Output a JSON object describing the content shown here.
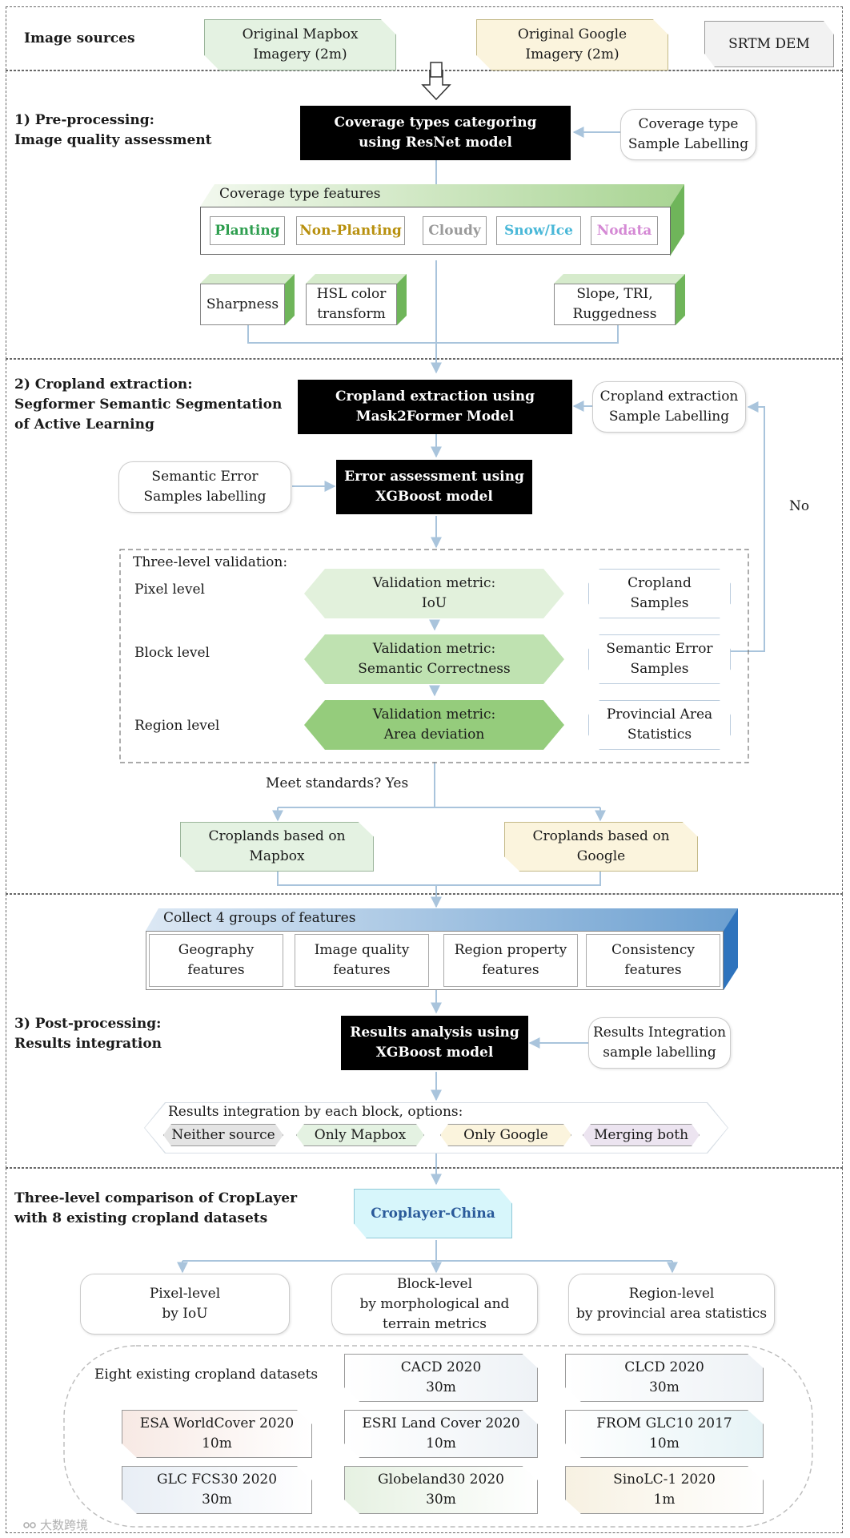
{
  "sources": {
    "label": "Image sources",
    "mapbox": "Original Mapbox\nImagery (2m)",
    "google": "Original Google\nImagery (2m)",
    "srtm": "SRTM DEM"
  },
  "s1": {
    "title": "1) Pre-processing:\nImage quality assessment",
    "main": "Coverage types categoring\nusing ResNet model",
    "sample": "Coverage type\nSample Labelling",
    "features_label": "Coverage type features",
    "types": [
      "Planting",
      "Non-Planting",
      "Cloudy",
      "Snow/Ice",
      "Nodata"
    ],
    "type_colors": [
      "#2e9e4f",
      "#b8900e",
      "#9a9a9a",
      "#4ab8d8",
      "#d58ad5"
    ],
    "sharpness": "Sharpness",
    "hsl": "HSL color\ntransform",
    "slope": "Slope, TRI,\nRuggedness"
  },
  "s2": {
    "title": "2) Cropland extraction:\nSegformer Semantic Segmentation\nof Active Learning",
    "main": "Cropland extraction using\nMask2Former Model",
    "sample": "Cropland extraction\nSample Labelling",
    "error_sample": "Semantic Error\nSamples labelling",
    "error_main": "Error assessment using\nXGBoost model",
    "no": "No",
    "validation_title": "Three-level validation:",
    "levels": [
      {
        "label": "Pixel level",
        "metric": "Validation metric:\nIoU",
        "sample": "Cropland\nSamples"
      },
      {
        "label": "Block level",
        "metric": "Validation metric:\nSemantic Correctness",
        "sample": "Semantic Error\nSamples"
      },
      {
        "label": "Region level",
        "metric": "Validation metric:\nArea deviation",
        "sample": "Provincial Area\nStatistics"
      }
    ],
    "meet": "Meet standards?  Yes",
    "out_mapbox": "Croplands based on\nMapbox",
    "out_google": "Croplands based on\nGoogle"
  },
  "s3": {
    "collect": "Collect 4 groups of features",
    "features": [
      "Geography\nfeatures",
      "Image quality\nfeatures",
      "Region property\nfeatures",
      "Consistency\nfeatures"
    ],
    "title": "3) Post-processing:\nResults integration",
    "main": "Results analysis using\nXGBoost model",
    "sample": "Results Integration\nsample labelling",
    "options_label": "Results integration by each block, options:",
    "options": [
      "Neither source",
      "Only Mapbox",
      "Only Google",
      "Merging both"
    ]
  },
  "s4": {
    "title": "Three-level comparison of CropLayer\nwith 8 existing cropland datasets",
    "main": "Croplayer-China",
    "levels": [
      "Pixel-level\nby IoU",
      "Block-level\nby morphological and\nterrain metrics",
      "Region-level\nby provincial area statistics"
    ],
    "datasets_label": "Eight existing cropland datasets",
    "datasets": [
      "CACD 2020\n30m",
      "CLCD 2020\n30m",
      "ESA WorldCover 2020\n10m",
      "ESRI Land Cover 2020\n10m",
      "FROM GLC10 2017\n10m",
      "GLC FCS30 2020\n30m",
      "Globeland30 2020\n30m",
      "SinoLC-1 2020\n1m"
    ]
  },
  "watermark": "大数跨境"
}
